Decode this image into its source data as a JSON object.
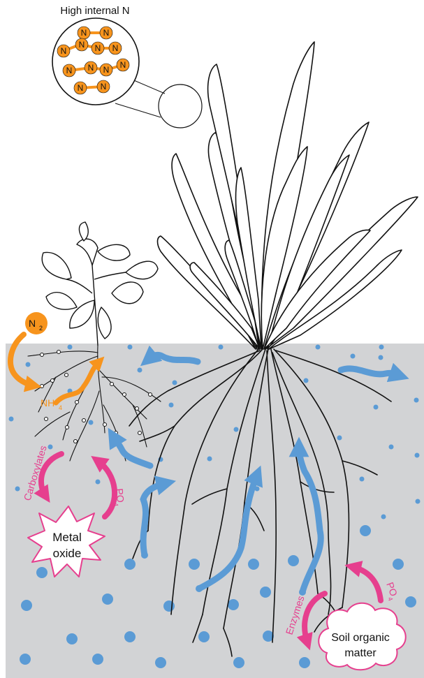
{
  "callout": {
    "title": "High internal N",
    "atom": "N"
  },
  "nitrogen": {
    "n2_label": "N",
    "n2_sub": "2",
    "nh4_label": "NH",
    "nh4_sub": "4"
  },
  "metal_cycle": {
    "carboxylates_label": "Carboxylates",
    "po4_label": "PO",
    "po4_sub": "4",
    "metal_oxide_line1": "Metal",
    "metal_oxide_line2": "oxide"
  },
  "organic_cycle": {
    "enzymes_label": "Enzymes",
    "po4_label": "PO",
    "po4_sub": "4",
    "som_line1": "Soil organic",
    "som_line2": "matter"
  },
  "colors": {
    "soil": "#d2d3d5",
    "nitrogen_orange": "#f7941d",
    "phosphate_magenta": "#e63f8e",
    "water_blue": "#5b9bd5",
    "line": "#111111"
  }
}
